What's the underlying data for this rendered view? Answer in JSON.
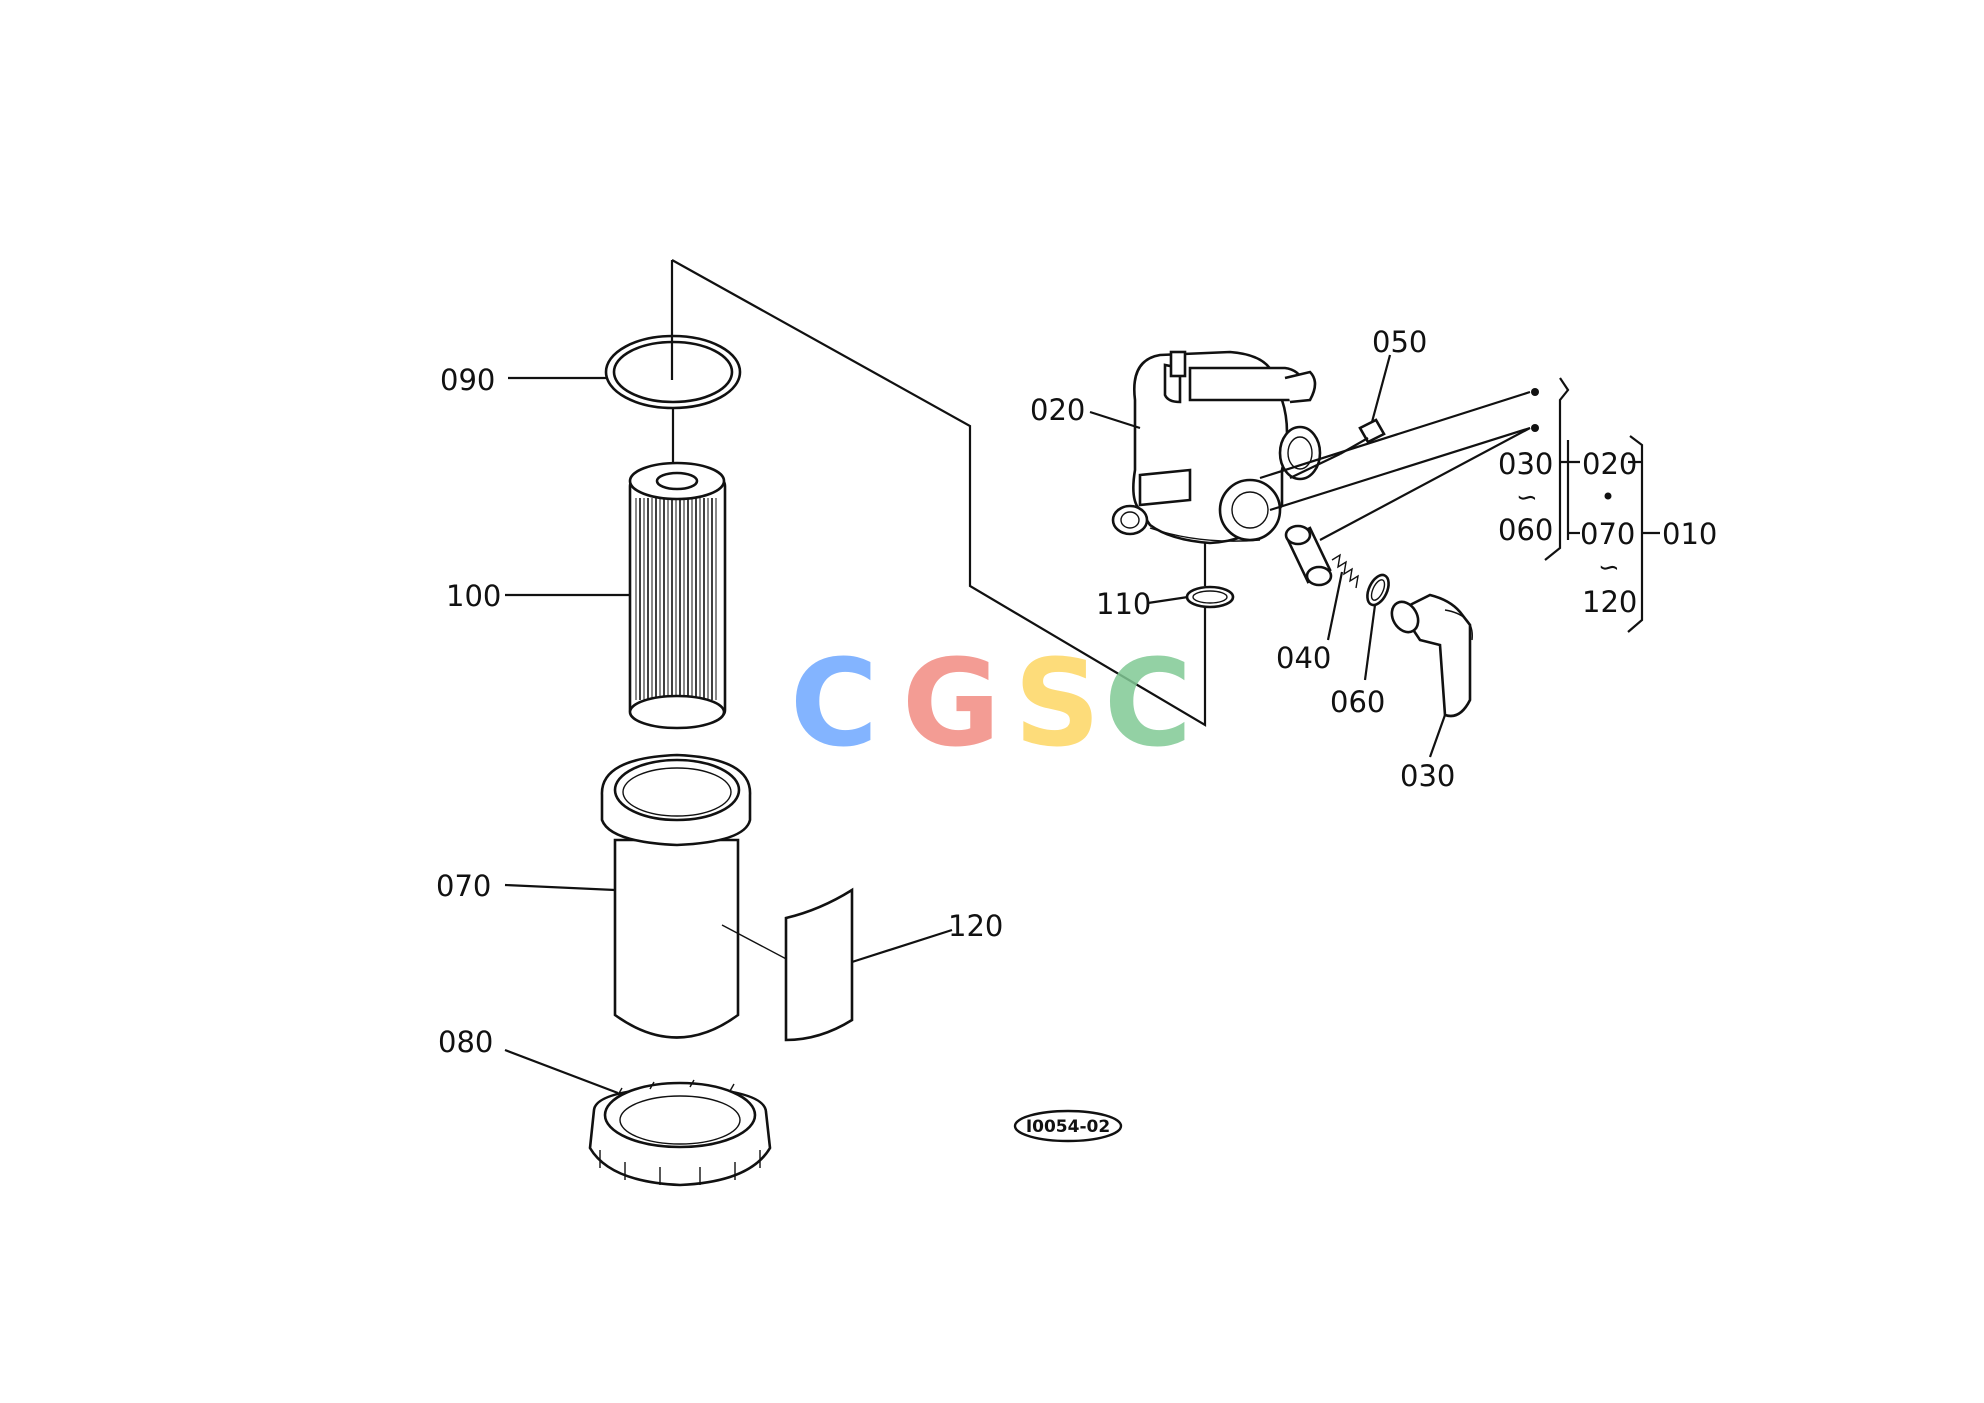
{
  "labels": {
    "p090": "090",
    "p100": "100",
    "p070": "070",
    "p080": "080",
    "p120": "120",
    "p110": "110",
    "p020": "020",
    "p050": "050",
    "p040": "040",
    "p060": "060",
    "p030": "030"
  },
  "kit_bracket": {
    "col1_top": "030",
    "col1_sep": "∽",
    "col1_bottom": "060",
    "col2_top": "020",
    "col2_mid": "070",
    "col2_sep": "∽",
    "col2_bottom": "120",
    "assembly": "010"
  },
  "drawing_ref": "I0054-02",
  "watermark": {
    "text": "CGSC",
    "colors": [
      "#6ea8ff",
      "#f28b82",
      "#fdd663",
      "#81c995"
    ]
  }
}
